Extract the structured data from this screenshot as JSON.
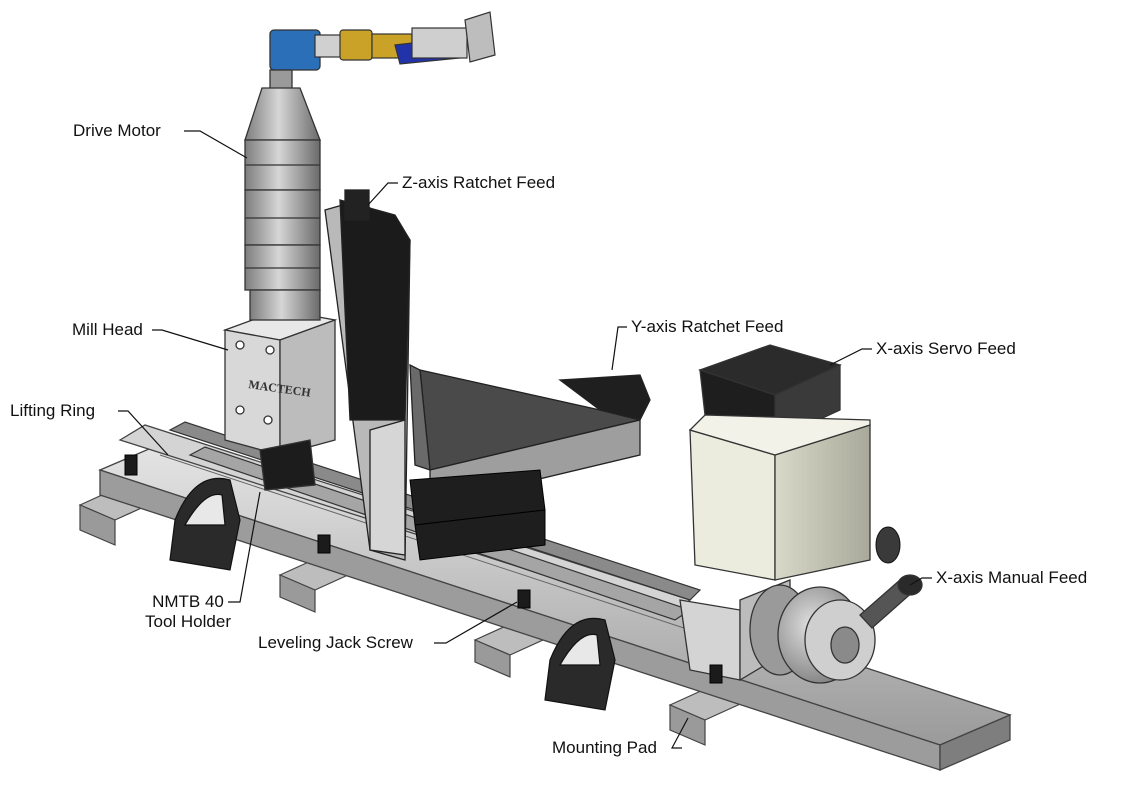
{
  "labels": {
    "drive_motor": "Drive Motor",
    "z_axis_ratchet_feed": "Z-axis Ratchet Feed",
    "mill_head": "Mill Head",
    "y_axis_ratchet_feed": "Y-axis Ratchet Feed",
    "x_axis_servo_feed": "X-axis Servo Feed",
    "lifting_ring": "Lifting Ring",
    "nmtb_line1": "NMTB 40",
    "nmtb_line2": "Tool Holder",
    "leveling_jack_screw": "Leveling Jack Screw",
    "x_axis_manual_feed": "X-axis Manual Feed",
    "mounting_pad": "Mounting Pad"
  },
  "branding": {
    "head_logo": "MACTECH"
  },
  "colors": {
    "motor_blue": "#2a6fb8",
    "valve_brass": "#c9a227",
    "valve_handle": "#2233aa",
    "rail_gray": "#cfcfcf",
    "pad_gray": "#bdbdbd",
    "dark_part": "#2a2a2a",
    "servo_cream": "#ececde"
  }
}
